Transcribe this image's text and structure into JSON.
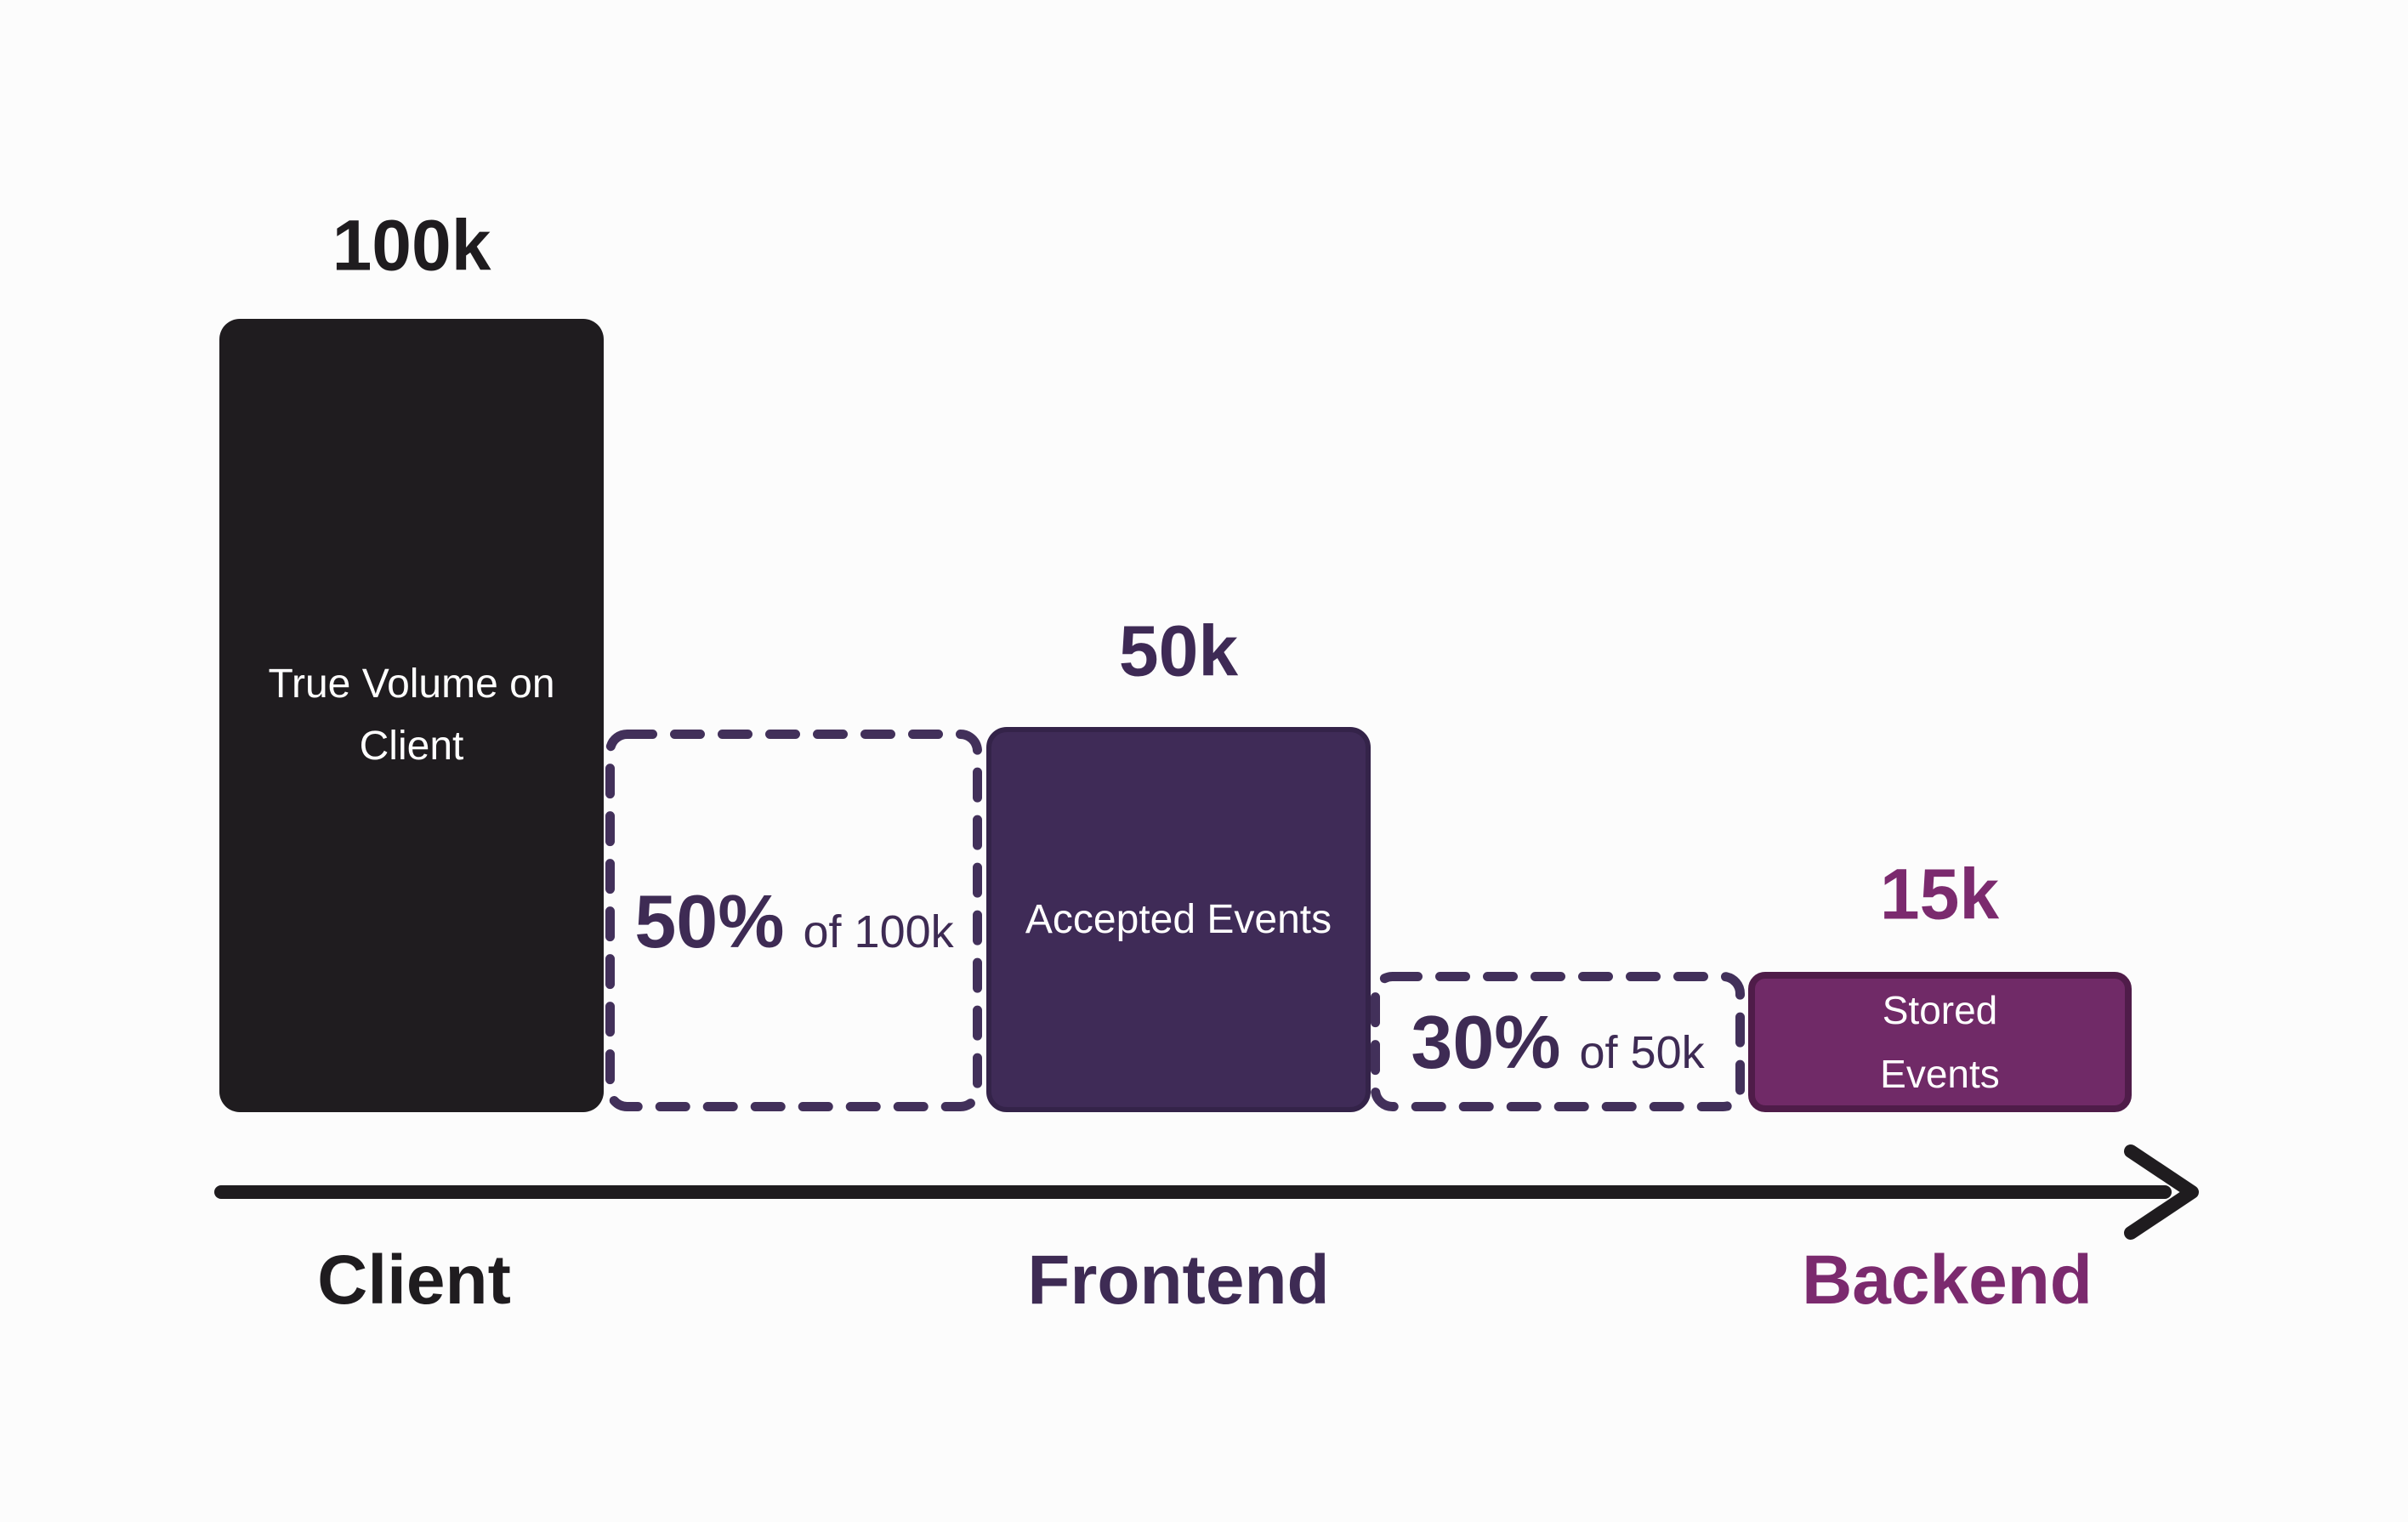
{
  "title": "Event volume funnel from client to backend",
  "colors": {
    "background": "#fcfcfc",
    "client_bar": "#1f1c1f",
    "accepted_bar_fill": "#3f2b57",
    "accepted_bar_border": "#342349",
    "stored_bar_fill": "#702a67",
    "stored_bar_border": "#4f1c49",
    "dashed_box": "#42305a",
    "frontend_text": "#3e2b54",
    "backend_text": "#7b2a6e",
    "arrow": "#1f1c1f"
  },
  "stages": {
    "client": {
      "count": "100k",
      "bar_line1": "True Volume on",
      "bar_line2": "Client",
      "axis": "Client"
    },
    "drop1": {
      "pct": "50%",
      "basis": "of 100k"
    },
    "frontend": {
      "count": "50k",
      "bar": "Accepted Events",
      "axis": "Frontend"
    },
    "drop2": {
      "pct": "30%",
      "basis": "of 50k"
    },
    "backend": {
      "count": "15k",
      "bar_line1": "Stored",
      "bar_line2": "Events",
      "axis": "Backend"
    }
  },
  "chart_data": {
    "type": "bar",
    "title": "",
    "categories": [
      "Client",
      "Frontend",
      "Backend"
    ],
    "series": [
      {
        "name": "Events",
        "values": [
          100000,
          50000,
          15000
        ]
      }
    ],
    "value_labels": [
      "100k",
      "50k",
      "15k"
    ],
    "bar_labels": [
      "True Volume on Client",
      "Accepted Events",
      "Stored Events"
    ],
    "annotations": [
      {
        "text": "50% of 100k",
        "between": [
          "Client",
          "Frontend"
        ],
        "style": "dashed-box"
      },
      {
        "text": "30% of 50k",
        "between": [
          "Frontend",
          "Backend"
        ],
        "style": "dashed-box"
      }
    ],
    "orientation": "vertical",
    "xlabel": "",
    "ylabel": "",
    "grid": false,
    "legend": false,
    "x_axis_style": "arrow"
  }
}
